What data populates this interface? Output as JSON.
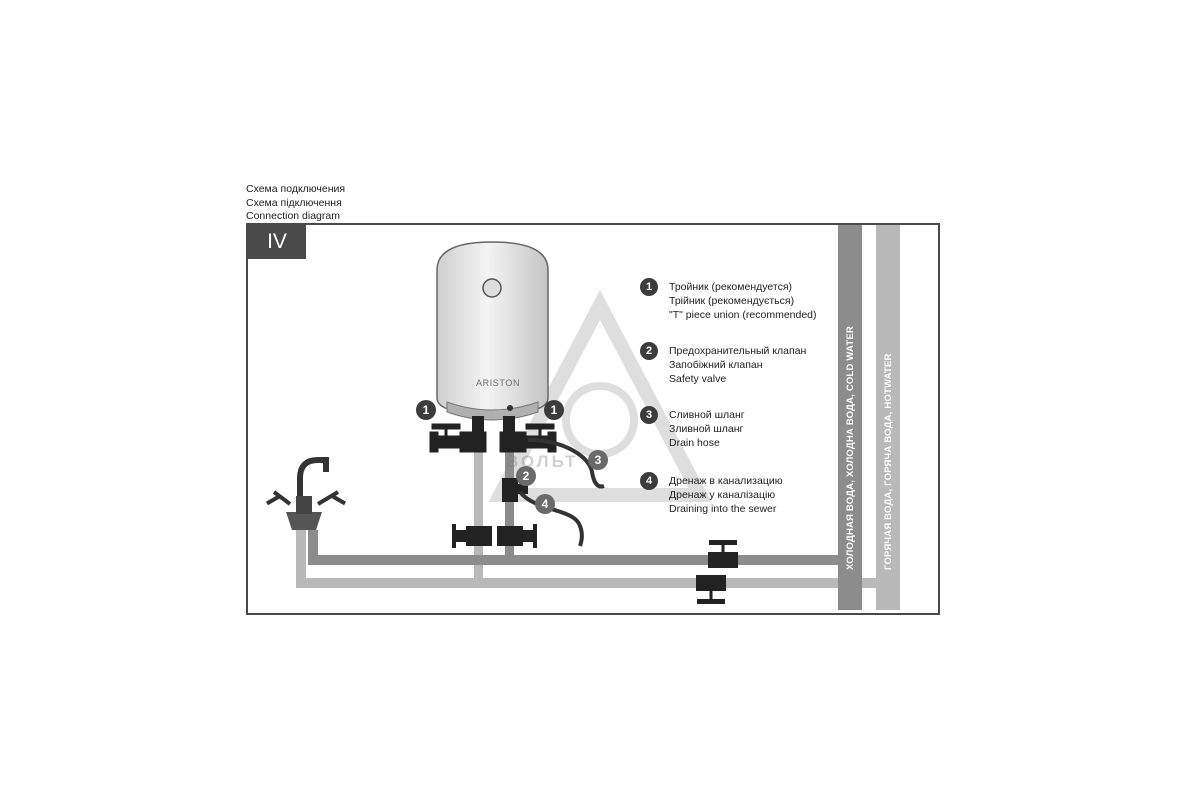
{
  "header": {
    "title_ru": "Схема подключения",
    "title_uk": "Схема підключення",
    "title_en": "Connection diagram"
  },
  "section": {
    "label": "IV"
  },
  "heater": {
    "brand": "ARISTON"
  },
  "legend": [
    {
      "number": "1",
      "ru": "Тройник (рекомендуется)",
      "uk": "Трійник (рекомендується)",
      "en": "\"T\" piece union (recommended)"
    },
    {
      "number": "2",
      "ru": "Предохранительный клапан",
      "uk": "Запобіжний клапан",
      "en": "Safety valve"
    },
    {
      "number": "3",
      "ru": "Сливной шланг",
      "uk": "Зливной шланг",
      "en": "Drain hose"
    },
    {
      "number": "4",
      "ru": "Дренаж в канализацию",
      "uk": "Дренаж у каналізацію",
      "en": "Draining into the sewer"
    }
  ],
  "pipes": {
    "cold": "ХОЛОДНАЯ ВОДА, ХОЛОДНА ВОДА,  COLD WATER",
    "hot": "ГОРЯЧАЯ ВОДА, ГОРЯЧА ВОДА, HOTWATER"
  },
  "callouts": {
    "tee_left": "1",
    "tee_right": "1",
    "safety_valve": "2",
    "drain_hose": "3",
    "drain_sewer": "4"
  },
  "watermark": {
    "text": "ВОЛЬТ"
  },
  "colors": {
    "frame": "#4a4a4a",
    "cold_pipe": "#8c8c8c",
    "hot_pipe": "#b9b9b9",
    "fitting": "#222222"
  }
}
